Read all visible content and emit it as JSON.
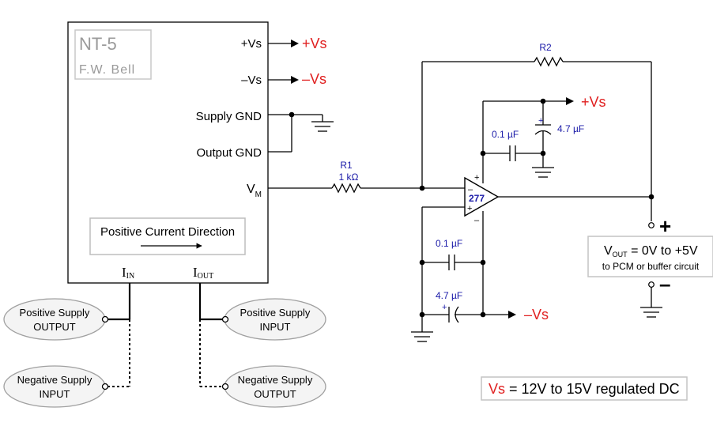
{
  "sensor": {
    "model": "NT-5",
    "maker": "F.W. Bell",
    "pins": {
      "pos_vs": "+Vs",
      "neg_vs": "–Vs",
      "supply_gnd": "Supply GND",
      "output_gnd": "Output GND",
      "vm_main": "V",
      "vm_sub": "M"
    },
    "direction_label": "Positive Current Direction",
    "iin_main": "I",
    "iin_sub": "IN",
    "iout_main": "I",
    "iout_sub": "OUT"
  },
  "rails": {
    "pos_sensor": "+Vs",
    "neg_sensor": "–Vs",
    "pos_amp": "+Vs",
    "neg_amp": "–Vs"
  },
  "components": {
    "r1_name": "R1",
    "r1_value": "1 kΩ",
    "r2_name": "R2",
    "opamp": "277",
    "c_top_small": "0.1 µF",
    "c_top_large": "4.7 µF",
    "c_bot_small": "0.1 µF",
    "c_bot_large": "4.7 µF",
    "plus": "+",
    "minus": "–"
  },
  "output": {
    "vout_main": "V",
    "vout_sub": "OUT",
    "vout_range": " = 0V to +5V",
    "vout_note": "to PCM or buffer circuit",
    "pos_terminal": "+",
    "neg_terminal": "–"
  },
  "connections": {
    "pos_supply_output_1": "Positive Supply",
    "pos_supply_output_2": "OUTPUT",
    "pos_supply_input_1": "Positive Supply",
    "pos_supply_input_2": "INPUT",
    "neg_supply_input_1": "Negative Supply",
    "neg_supply_input_2": "INPUT",
    "neg_supply_output_1": "Negative Supply",
    "neg_supply_output_2": "OUTPUT"
  },
  "note": {
    "vs": "Vs",
    "text": " = 12V to 15V regulated DC"
  },
  "colors": {
    "wire": "#000000",
    "rail_label": "#e02020",
    "component_label": "#1a1aa8",
    "logo_grey": "#9a9a9a",
    "ellipse_fill": "#f4f4f4"
  }
}
